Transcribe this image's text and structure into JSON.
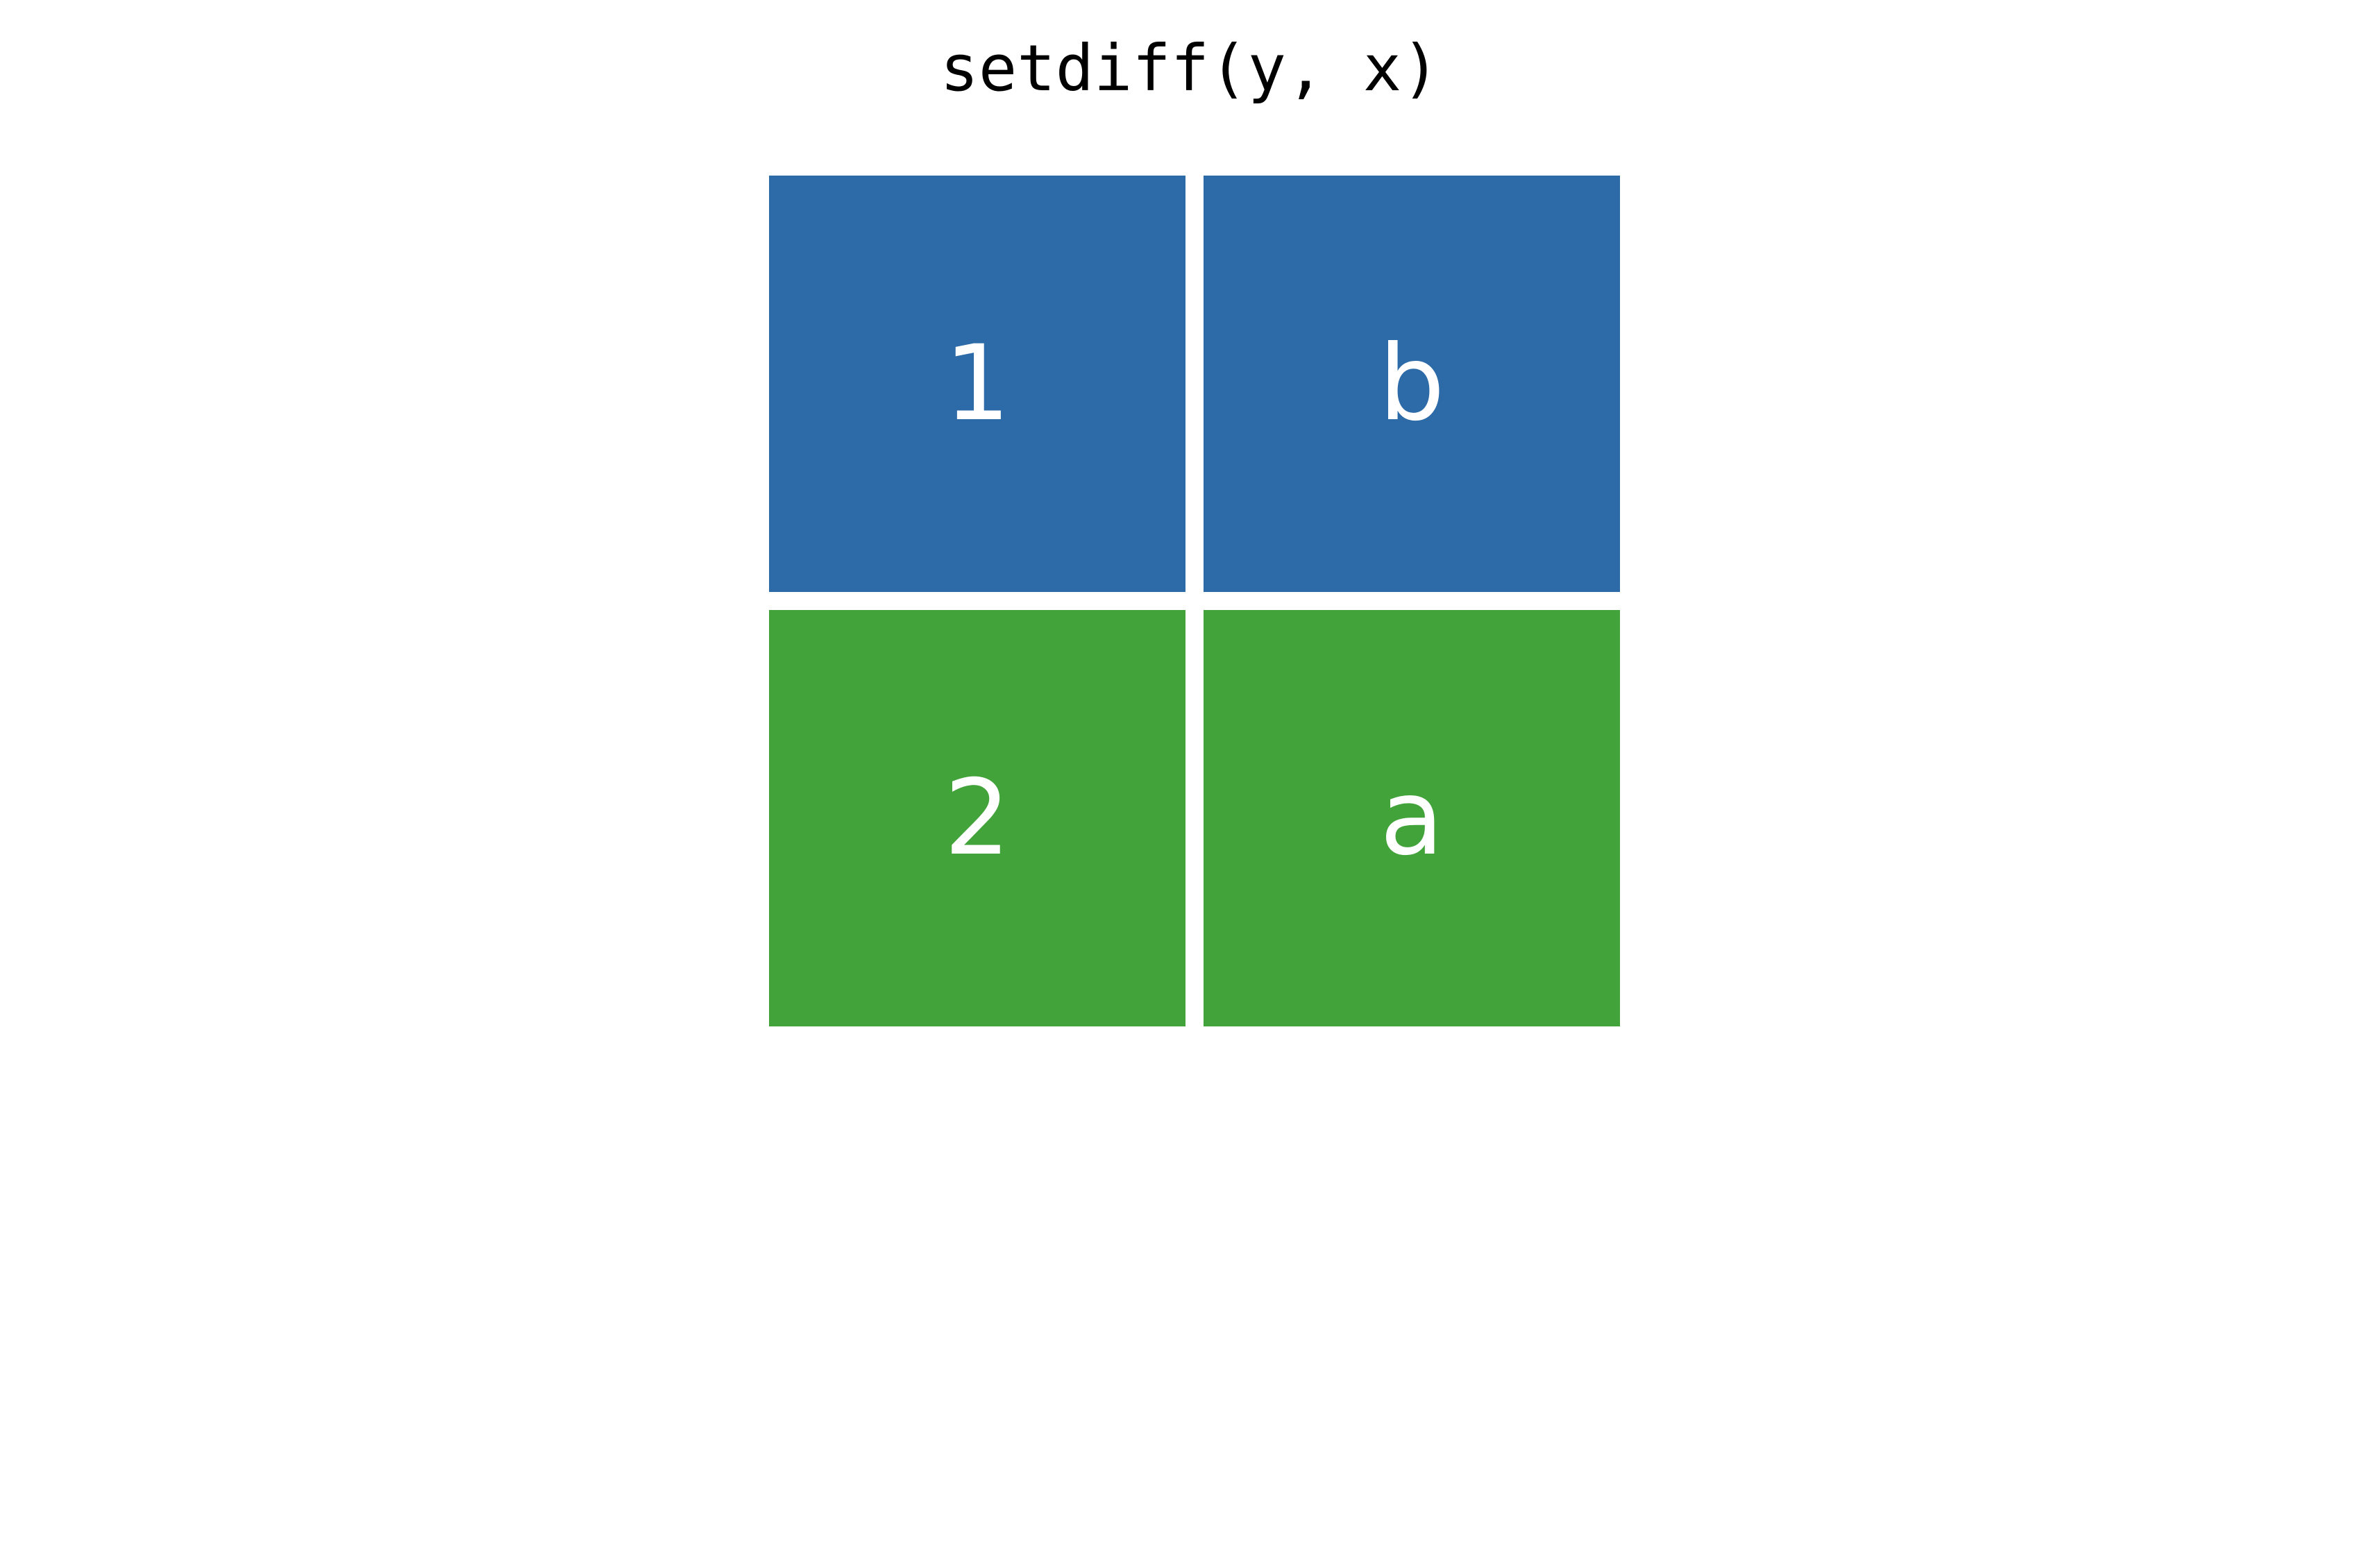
{
  "title": "setdiff(y, x)",
  "colors": {
    "row_1": "#2d6aa8",
    "row_2": "#43a33b",
    "text": "#ffffff"
  },
  "table": {
    "rows": [
      {
        "cells": [
          "1",
          "b"
        ],
        "color": "#2d6aa8"
      },
      {
        "cells": [
          "2",
          "a"
        ],
        "color": "#43a33b"
      }
    ]
  }
}
